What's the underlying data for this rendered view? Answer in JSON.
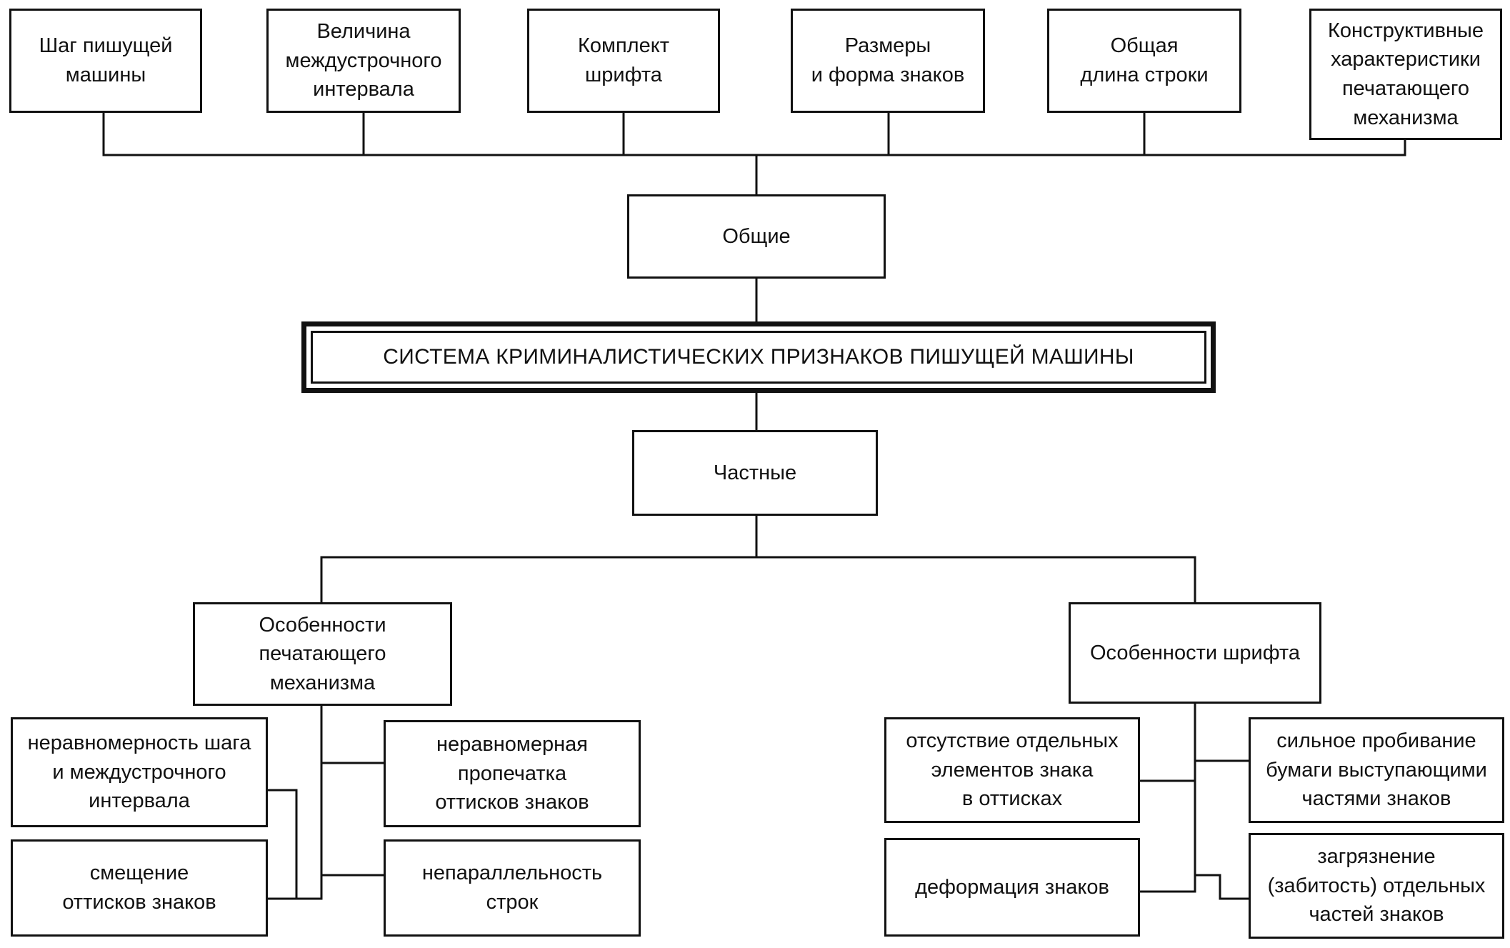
{
  "root": {
    "label": "СИСТЕМА КРИМИНАЛИСТИЧЕСКИХ ПРИЗНАКОВ ПИШУЩЕЙ МАШИНЫ"
  },
  "general": {
    "label": "Общие",
    "items": [
      "Шаг пишущей\nмашины",
      "Величина\nмеждустрочного\nинтервала",
      "Комплект\nшрифта",
      "Размеры\nи форма знаков",
      "Общая\nдлина строки",
      "Конструктивные\nхарактеристики\nпечатающего\nмеханизма"
    ]
  },
  "particular": {
    "label": "Частные",
    "mechanism": {
      "label": "Особенности\nпечатающего\nмеханизма",
      "items": [
        "неравномерность шага\nи междустрочного\nинтервала",
        "неравномерная\nпропечатка\nоттисков знаков",
        "смещение\nоттисков знаков",
        "непараллельность\nстрок"
      ]
    },
    "font": {
      "label": "Особенности шрифта",
      "items": [
        "отсутствие отдельных\nэлементов знака\nв оттисках",
        "сильное пробивание\nбумаги выступающими\nчастями знаков",
        "деформация знаков",
        "загрязнение\n(забитость) отдельных\nчастей знаков"
      ]
    }
  }
}
